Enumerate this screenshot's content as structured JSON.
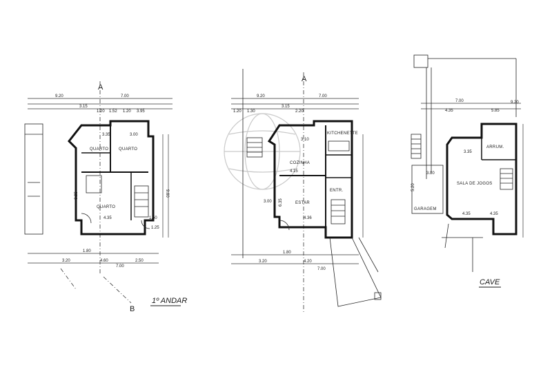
{
  "plans": [
    {
      "id": "first-floor",
      "label": "1º ANDAR",
      "section_marks": [
        "A",
        "B"
      ],
      "rooms": [
        "QUARTO",
        "QUARTO",
        "QUARTO"
      ],
      "dimensions": [
        "9.20",
        "3.15",
        "7.00",
        "1.20",
        "1.52",
        "1.20",
        "3.95",
        "3.35",
        "3.00",
        "6.35",
        "4.35",
        "1.50",
        "1.25",
        "9.60",
        "1.80",
        "3.20",
        "4.60",
        "2.50",
        "7.00"
      ]
    },
    {
      "id": "ground-floor",
      "label": "",
      "section_marks": [
        "A"
      ],
      "rooms": [
        "KITCHENETTE",
        "COZINHA",
        "ESTAR",
        "ENTR."
      ],
      "dimensions": [
        "9.20",
        "3.15",
        "7.00",
        "1.20",
        "1.30",
        "2.20",
        "3.10",
        "4.15",
        "3.00",
        "6.35",
        "4.36",
        "3.20",
        "4.20",
        "1.80",
        "7.00"
      ]
    },
    {
      "id": "basement",
      "label": "CAVE",
      "section_marks": [],
      "rooms": [
        "SALA DE JOGOS",
        "ARRUM.",
        "GARAGEM"
      ],
      "dimensions": [
        "7.00",
        "4.35",
        "5.85",
        "3.35",
        "4.35",
        "4.35",
        "3.80",
        "5.20",
        "9.20"
      ]
    }
  ]
}
